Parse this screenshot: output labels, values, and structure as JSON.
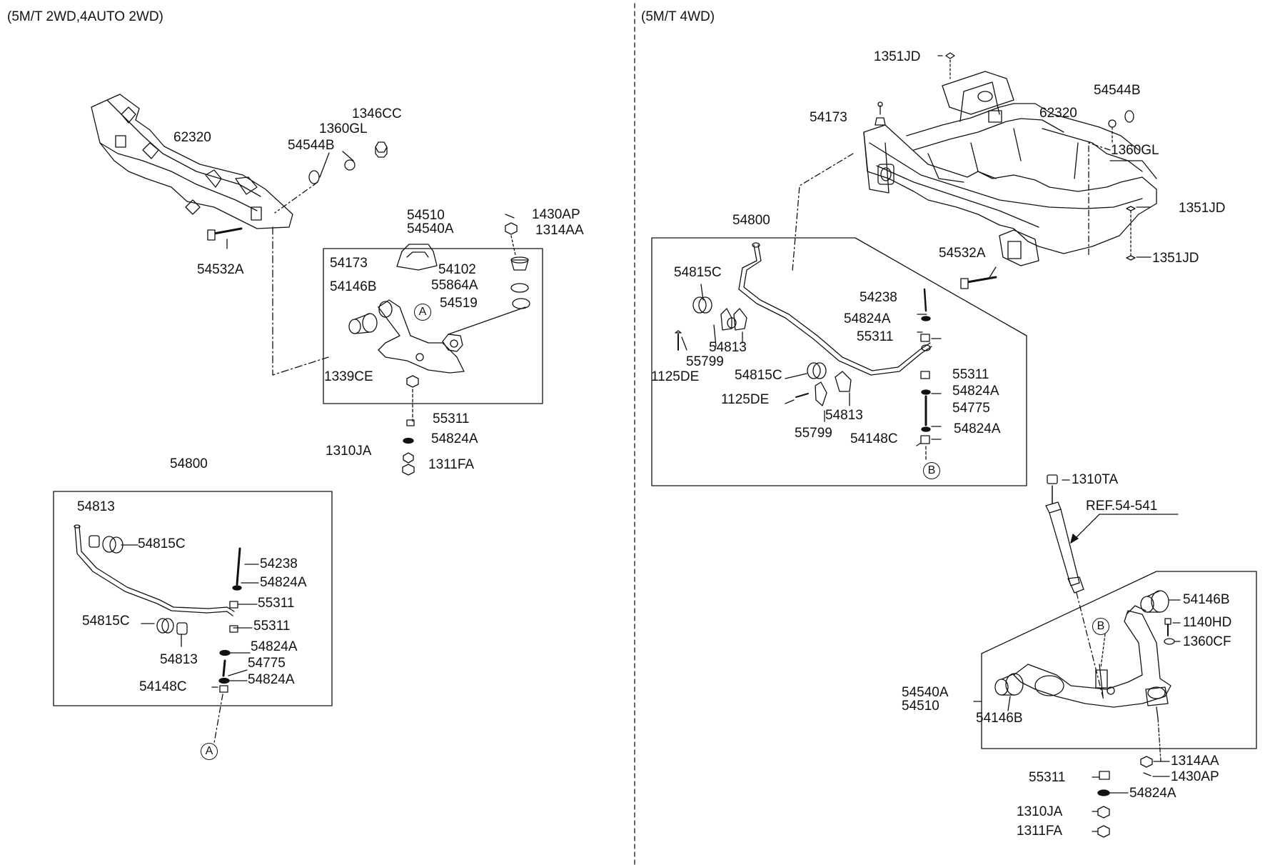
{
  "sections": {
    "left_title": "(5M/T 2WD,4AUTO 2WD)",
    "right_title": "(5M/T 4WD)"
  },
  "refs": {
    "a": "A",
    "b": "B"
  },
  "left": {
    "crossmember": {
      "p62320": "62320",
      "p54532a": "54532A",
      "p54544b": "54544B",
      "p1360gl": "1360GL",
      "p1346cc": "1346CC"
    },
    "arm": {
      "p54510": "54510",
      "p54540a": "54540A",
      "p1430ap": "1430AP",
      "p1314aa": "1314AA",
      "p54173": "54173",
      "p54102": "54102",
      "p55864a": "55864A",
      "p54146b": "54146B",
      "p54519": "54519",
      "p1339ce": "1339CE",
      "p55311": "55311",
      "p54824a": "54824A",
      "p1310ja": "1310JA",
      "p1311fa": "1311FA"
    },
    "stabilizer": {
      "p54800": "54800",
      "p54813a": "54813",
      "p54815c_a": "54815C",
      "p54238": "54238",
      "p54824a_a": "54824A",
      "p55311_a": "55311",
      "p54815c_b": "54815C",
      "p55311_b": "55311",
      "p54824a_b": "54824A",
      "p54813b": "54813",
      "p54775": "54775",
      "p54148c": "54148C",
      "p54824a_c": "54824A"
    }
  },
  "right": {
    "crossmember": {
      "p1351jd_a": "1351JD",
      "p54173": "54173",
      "p62320": "62320",
      "p54544b": "54544B",
      "p1360gl": "1360GL",
      "p1351jd_b": "1351JD",
      "p1351jd_c": "1351JD",
      "p54532a": "54532A"
    },
    "stabilizer": {
      "p54800": "54800",
      "p54815c_a": "54815C",
      "p54238": "54238",
      "p54824a_a": "54824A",
      "p55311_a": "55311",
      "p55799_a": "55799",
      "p54813_a": "54813",
      "p1125de_a": "1125DE",
      "p55311_b": "55311",
      "p54815c_b": "54815C",
      "p54824a_b": "54824A",
      "p1125de_b": "1125DE",
      "p54775": "54775",
      "p54813_b": "54813",
      "p55799_b": "55799",
      "p54148c": "54148C",
      "p54824a_c": "54824A"
    },
    "shock": {
      "p1310ta": "1310TA",
      "ref": "REF.54-541"
    },
    "arm": {
      "p54146b_a": "54146B",
      "p1140hd": "1140HD",
      "p1360cf": "1360CF",
      "p54540a": "54540A",
      "p54510": "54510",
      "p54146b_b": "54146B",
      "p1314aa": "1314AA",
      "p1430ap": "1430AP",
      "p55311": "55311",
      "p54824a": "54824A",
      "p1310ja": "1310JA",
      "p1311fa": "1311FA"
    }
  }
}
